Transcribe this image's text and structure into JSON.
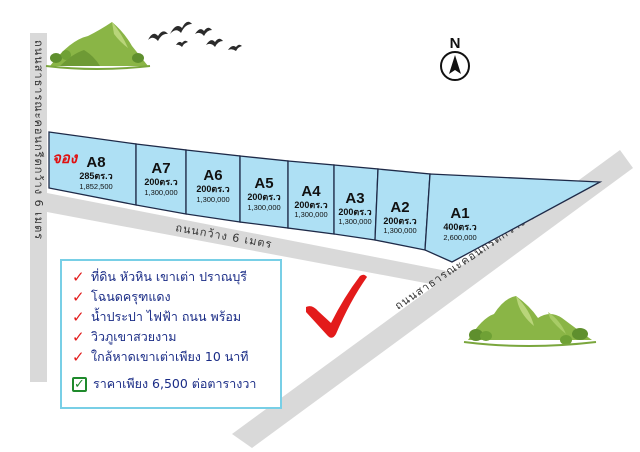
{
  "compass": {
    "letter": "N"
  },
  "roads": {
    "left_public": "ถนนสาธารณะคอนกรีตกว้าง 6 เมตร",
    "middle": "ถนนกว้าง 6 เมตร",
    "right_public": "ถนนสาธารณะคอนกรีตกว้าง 6 เมตร"
  },
  "reserved_label": "จอง",
  "lots": [
    {
      "name": "A8",
      "area": "285ตร.ว",
      "price": "1,852,500"
    },
    {
      "name": "A7",
      "area": "200ตร.ว",
      "price": "1,300,000"
    },
    {
      "name": "A6",
      "area": "200ตร.ว",
      "price": "1,300,000"
    },
    {
      "name": "A5",
      "area": "200ตร.ว",
      "price": "1,300,000"
    },
    {
      "name": "A4",
      "area": "200ตร.ว",
      "price": "1,300,000"
    },
    {
      "name": "A3",
      "area": "200ตร.ว",
      "price": "1,300,000"
    },
    {
      "name": "A2",
      "area": "200ตร.ว",
      "price": "1,300,000"
    },
    {
      "name": "A1",
      "area": "400ตร.ว",
      "price": "2,600,000"
    }
  ],
  "features": [
    "ที่ดิน หัวหิน เขาเต่า ปราณบุรี",
    "โฉนดครุฑแดง",
    "น้ำประปา ไฟฟ้า ถนน พร้อม",
    "วิวภูเขาสวยงาม",
    "ใกล้หาดเขาเต่าเพียง 10 นาที"
  ],
  "price_note": "ราคาเพียง 6,500 ต่อตารางวา",
  "colors": {
    "lot_fill": "#aee0f4",
    "lot_border": "#1e2a48",
    "road": "#d9d9d9",
    "checkmark": "#e21c1c",
    "text_blue": "#1a2c86",
    "box_border": "#78cfe6"
  }
}
